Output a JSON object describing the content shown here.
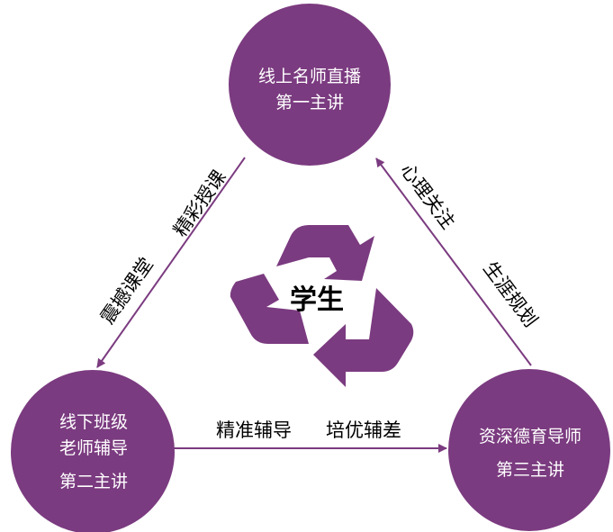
{
  "colors": {
    "node": "#7b3b80",
    "arrow": "#7b3b80",
    "recycle": "#7b3b80",
    "text_on_node": "#ffffff",
    "text": "#000000"
  },
  "center": {
    "label": "学生",
    "icon": "recycle-icon"
  },
  "nodes": {
    "top": {
      "line1": "线上名师直播",
      "line2": "第一主讲"
    },
    "left": {
      "line1": "线下班级",
      "line2": "老师辅导",
      "line3": "第二主讲"
    },
    "right": {
      "line1": "资深德育导师",
      "line2": "第三主讲"
    }
  },
  "edges": {
    "left_edge": {
      "label1": "精彩授课",
      "label2": "震撼课堂"
    },
    "right_edge": {
      "label1": "心理关注",
      "label2": "生涯规划"
    },
    "bottom_edge": {
      "label1": "精准辅导",
      "label2": "培优辅差"
    }
  }
}
